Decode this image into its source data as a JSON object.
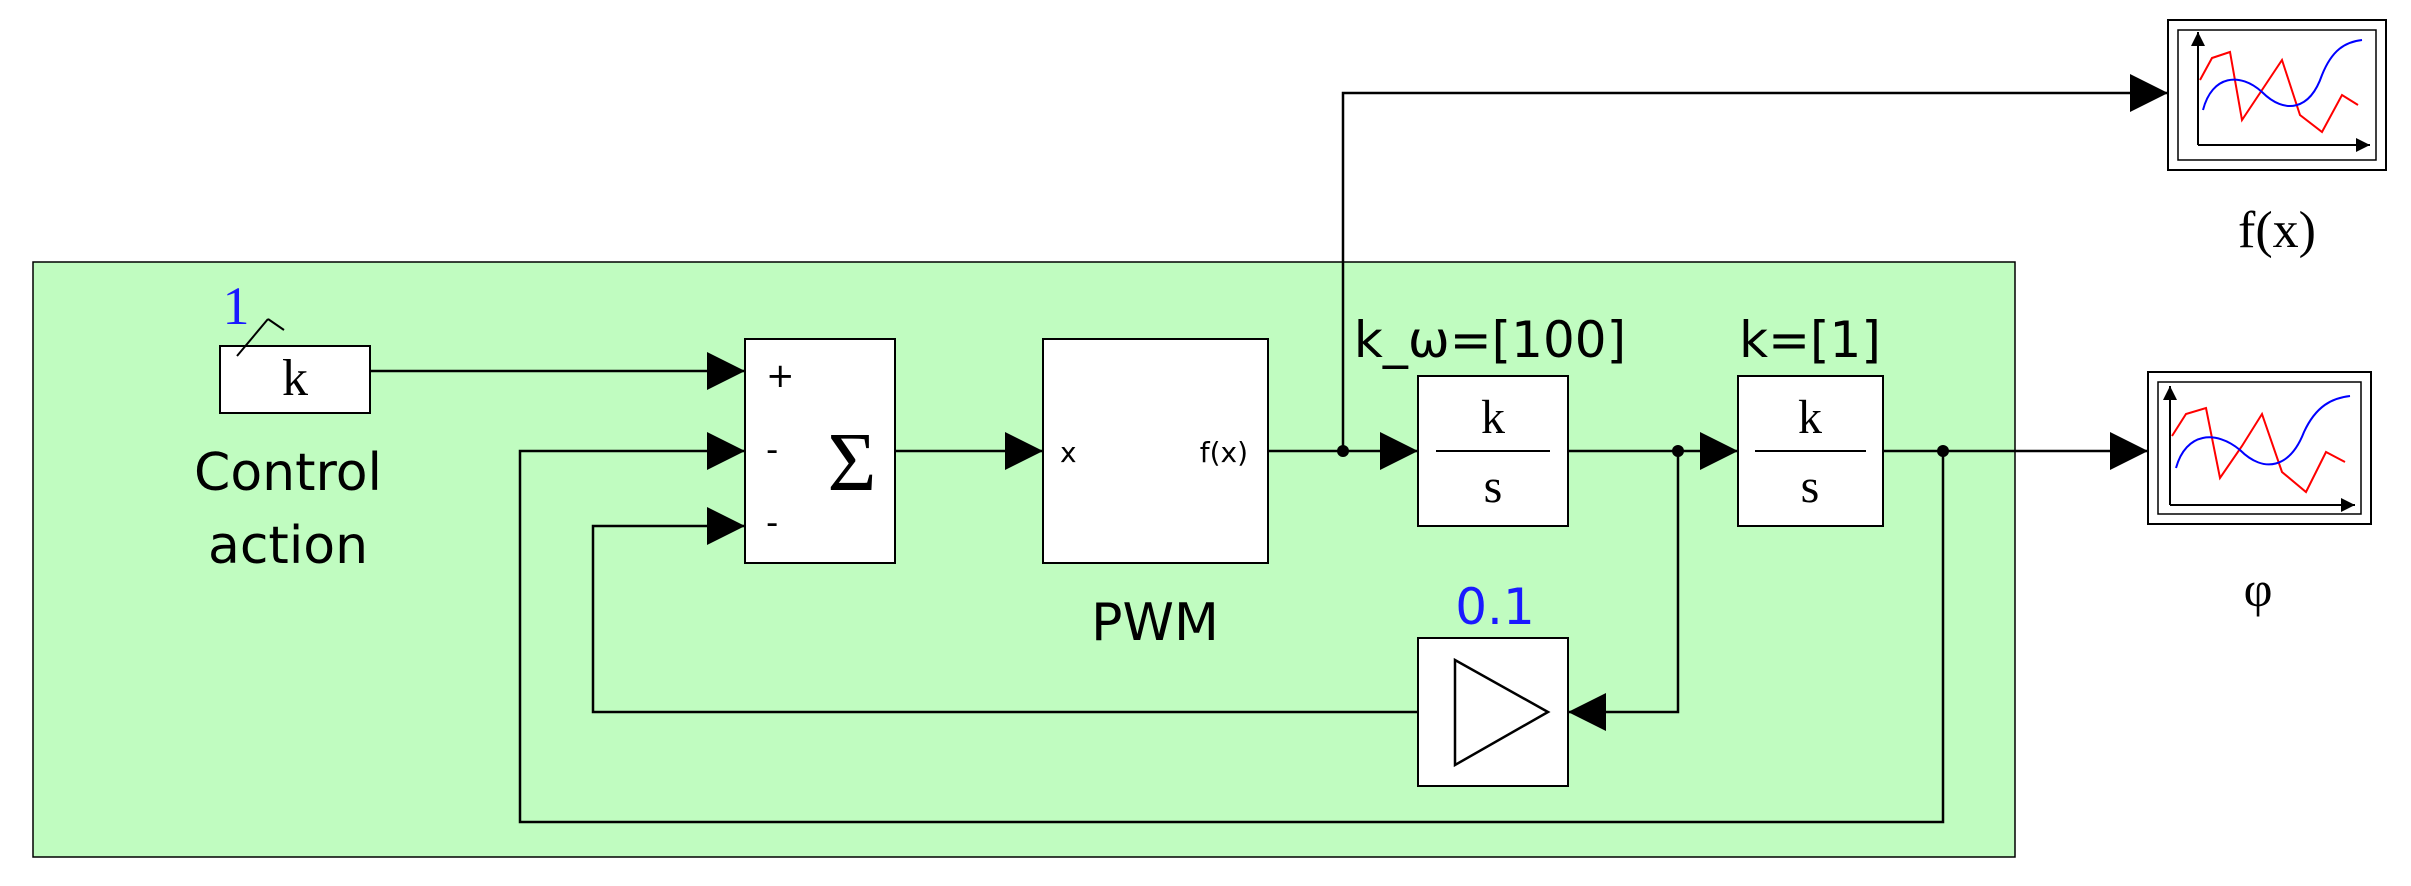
{
  "blocks": {
    "constant": {
      "symbol": "k",
      "value": "1",
      "label_line1": "Control",
      "label_line2": "action"
    },
    "sum": {
      "symbol": "Σ",
      "sign_1": "+",
      "sign_2": "-",
      "sign_3": "-"
    },
    "pwm": {
      "input_port": "x",
      "output_port": "f(x)",
      "label": "PWM"
    },
    "integrator_1": {
      "numerator": "k",
      "denominator": "s",
      "param": "k_ω=[100]"
    },
    "integrator_2": {
      "numerator": "k",
      "denominator": "s",
      "param": "k=[1]"
    },
    "gain": {
      "value": "0.1"
    },
    "scope_fx": {
      "label": "f(x)"
    },
    "scope_phi": {
      "label": "φ"
    }
  },
  "colors": {
    "subsystem_fill": "#c0fcc0",
    "parameter_text": "#1a1aff",
    "scope_trace_red": "#ff0000",
    "scope_trace_blue": "#0000ff"
  }
}
